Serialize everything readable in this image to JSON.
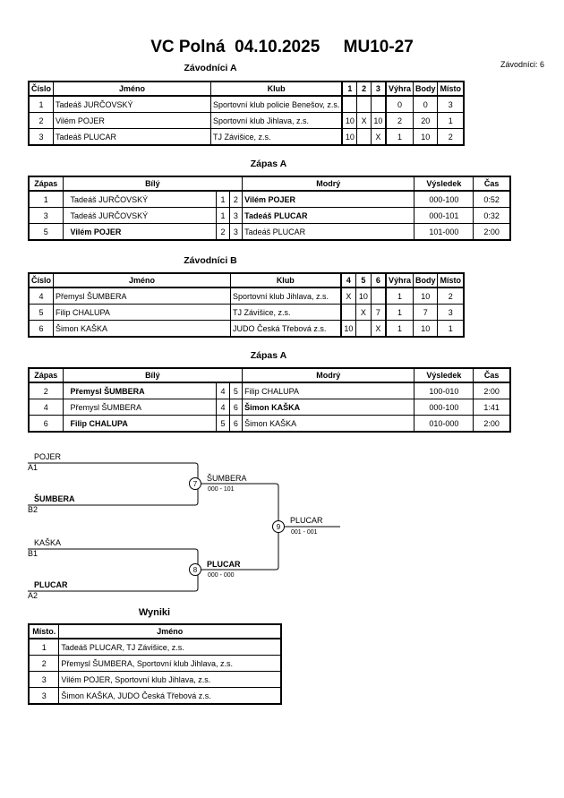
{
  "header": {
    "title": "VC Polná  04.10.2025     MU10-27",
    "competitors_label": "Závodníci: 6"
  },
  "group_a": {
    "title": "Závodníci A",
    "columns": [
      "Číslo",
      "Jméno",
      "Klub",
      "1",
      "2",
      "3",
      "Výhra",
      "Body",
      "Místo"
    ],
    "rows": [
      [
        "1",
        "Tadeáš JURČOVSKÝ",
        "Sportovní klub policie Benešov, z.s.",
        "",
        "",
        "",
        "0",
        "0",
        "3"
      ],
      [
        "2",
        "Vilém POJER",
        "Sportovní klub Jihlava, z.s.",
        "10",
        "X",
        "10",
        "2",
        "20",
        "1"
      ],
      [
        "3",
        "Tadeáš PLUCAR",
        "TJ Závišice, z.s.",
        "10",
        "",
        "X",
        "1",
        "10",
        "2"
      ]
    ]
  },
  "matches_a": {
    "title": "Zápas A",
    "columns": [
      "Zápas",
      "Bílý",
      "Modrý",
      "Výsledek",
      "Čas"
    ],
    "rows": [
      {
        "no": "1",
        "white": "Tadeáš JURČOVSKÝ",
        "w": "1",
        "b": "2",
        "blue": "Vilém POJER",
        "result": "000-100",
        "time": "0:52",
        "winner": "blue"
      },
      {
        "no": "3",
        "white": "Tadeáš JURČOVSKÝ",
        "w": "1",
        "b": "3",
        "blue": "Tadeáš PLUCAR",
        "result": "000-101",
        "time": "0:32",
        "winner": "blue"
      },
      {
        "no": "5",
        "white": "Vilém POJER",
        "w": "2",
        "b": "3",
        "blue": "Tadeáš PLUCAR",
        "result": "101-000",
        "time": "2:00",
        "winner": "white"
      }
    ]
  },
  "group_b": {
    "title": "Závodníci B",
    "columns": [
      "Číslo",
      "Jméno",
      "Klub",
      "4",
      "5",
      "6",
      "Výhra",
      "Body",
      "Místo"
    ],
    "rows": [
      [
        "4",
        "Přemysl ŠUMBERA",
        "Sportovní klub Jihlava, z.s.",
        "X",
        "10",
        "",
        "1",
        "10",
        "2"
      ],
      [
        "5",
        "Filip CHALUPA",
        "TJ Závišice, z.s.",
        "",
        "X",
        "7",
        "1",
        "7",
        "3"
      ],
      [
        "6",
        "Šimon KAŠKA",
        "JUDO Česká Třebová z.s.",
        "10",
        "",
        "X",
        "1",
        "10",
        "1"
      ]
    ]
  },
  "matches_b": {
    "title": "Zápas A",
    "columns": [
      "Zápas",
      "Bílý",
      "Modrý",
      "Výsledek",
      "Čas"
    ],
    "rows": [
      {
        "no": "2",
        "white": "Přemysl ŠUMBERA",
        "w": "4",
        "b": "5",
        "blue": "Filip CHALUPA",
        "result": "100-010",
        "time": "2:00",
        "winner": "white"
      },
      {
        "no": "4",
        "white": "Přemysl ŠUMBERA",
        "w": "4",
        "b": "6",
        "blue": "Šimon KAŠKA",
        "result": "000-100",
        "time": "1:41",
        "winner": "blue"
      },
      {
        "no": "6",
        "white": "Filip CHALUPA",
        "w": "5",
        "b": "6",
        "blue": "Šimon KAŠKA",
        "result": "010-000",
        "time": "2:00",
        "winner": "white"
      }
    ]
  },
  "bracket": {
    "sf1_top_name": "POJER",
    "sf1_top_seed": "A1",
    "sf1_bot_name": "ŠUMBERA",
    "sf1_bot_seed": "B2",
    "sf1_no": "7",
    "sf1_winner": "ŠUMBERA",
    "sf1_score": "000 - 101",
    "sf2_top_name": "KAŠKA",
    "sf2_top_seed": "B1",
    "sf2_bot_name": "PLUCAR",
    "sf2_bot_seed": "A2",
    "sf2_no": "8",
    "sf2_winner": "PLUCAR",
    "sf2_score": "000 - 000",
    "final_no": "9",
    "final_winner": "PLUCAR",
    "final_score": "001 - 001"
  },
  "results": {
    "title": "Wyniki",
    "columns": [
      "Místo.",
      "Jméno"
    ],
    "rows": [
      [
        "1",
        "Tadeáš PLUCAR, TJ Závišice, z.s."
      ],
      [
        "2",
        "Přemysl ŠUMBERA, Sportovní klub Jihlava, z.s."
      ],
      [
        "3",
        "Vilém POJER, Sportovní klub Jihlava, z.s."
      ],
      [
        "3",
        "Šimon KAŠKA, JUDO Česká Třebová z.s."
      ]
    ]
  }
}
